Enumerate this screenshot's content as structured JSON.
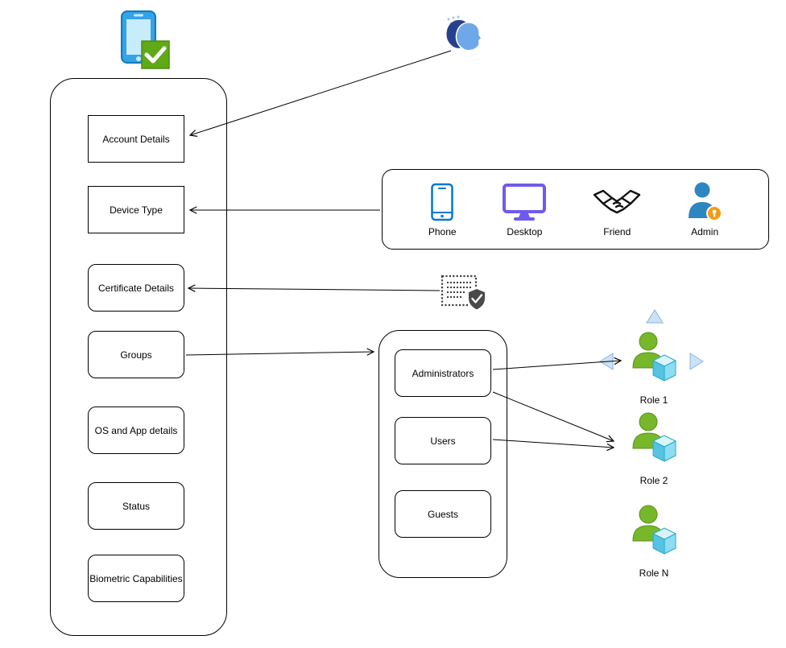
{
  "device_panel": {
    "items": [
      {
        "label": "Account Details"
      },
      {
        "label": "Device Type"
      },
      {
        "label": "Certificate Details"
      },
      {
        "label": "Groups"
      },
      {
        "label": "OS and App details"
      },
      {
        "label": "Status"
      },
      {
        "label": "Biometric Capabilities"
      }
    ]
  },
  "device_types": {
    "items": [
      {
        "label": "Phone",
        "icon": "phone-icon"
      },
      {
        "label": "Desktop",
        "icon": "desktop-icon"
      },
      {
        "label": "Friend",
        "icon": "handshake-icon"
      },
      {
        "label": "Admin",
        "icon": "admin-user-icon"
      }
    ]
  },
  "groups_panel": {
    "items": [
      {
        "label": "Administrators"
      },
      {
        "label": "Users"
      },
      {
        "label": "Guests"
      }
    ]
  },
  "roles": [
    {
      "label": "Role 1",
      "icon": "role-person-cube-icon"
    },
    {
      "label": "Role 2",
      "icon": "role-person-cube-icon"
    },
    {
      "label": "Role N",
      "icon": "role-person-cube-icon"
    }
  ],
  "standalone_icons": {
    "mobile_check": "mobile-device-verified-icon",
    "faces": "identity-faces-icon",
    "certificate": "certificate-shield-icon"
  },
  "colors": {
    "node_border": "#000000",
    "node_fill": "#ffffff",
    "connector": "#000000",
    "phone_blue": "#0078d4",
    "mobile_blue": "#35a3e8",
    "check_green": "#60a917",
    "desktop_purple": "#6e5af0",
    "handshake_black": "#111111",
    "admin_blue": "#2e86c1",
    "admin_badge_orange": "#f39c12",
    "role_green": "#76b82a",
    "cube_cyan": "#56c2e4",
    "faces_dark_blue": "#27408f",
    "faces_light_blue": "#6fa8e8",
    "certificate_gray": "#4a4a4a",
    "hover_arrow_blue": "#cbe2f6"
  }
}
